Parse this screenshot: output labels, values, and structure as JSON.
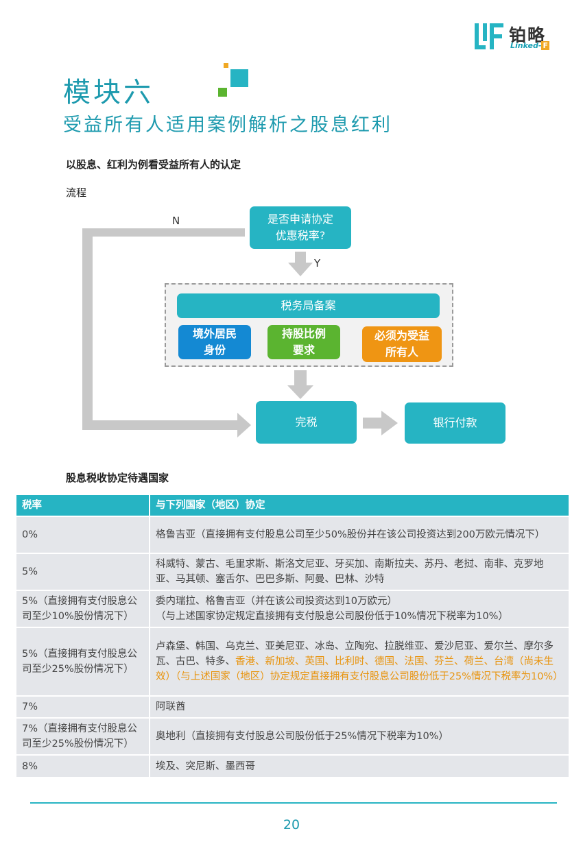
{
  "header": {
    "logo_cn": "铂略",
    "logo_en": "Linked-",
    "logo_en_badge": "F"
  },
  "title": {
    "main": "模块六",
    "sub": "受益所有人适用案例解析之股息红利"
  },
  "section1": {
    "heading": "以股息、红利为例看受益所有人的认定",
    "subheading": "流程"
  },
  "flowchart": {
    "question": "是否申请协定\n优惠税率?",
    "no_label": "N",
    "yes_label": "Y",
    "filing": "税务局备案",
    "req1": "境外居民\n身份",
    "req2": "持股比例\n要求",
    "req3": "必须为受益\n所有人",
    "tax": "完税",
    "payment": "银行付款"
  },
  "section2": {
    "heading": "股息税收协定待遇国家"
  },
  "table": {
    "headers": [
      "税率",
      "与下列国家（地区）协定"
    ],
    "rows": [
      {
        "rate": "0%",
        "text": "格鲁吉亚（直接拥有支付股息公司至少50%股份并在该公司投资达到200万欧元情况下）",
        "highlight": ""
      },
      {
        "rate": "5%",
        "text": "科威特、蒙古、毛里求斯、斯洛文尼亚、牙买加、南斯拉夫、苏丹、老挝、南非、克罗地亚、马其顿、塞舌尔、巴巴多斯、阿曼、巴林、沙特",
        "highlight": ""
      },
      {
        "rate": "5%（直接拥有支付股息公司至少10%股份情况下）",
        "text": "委内瑞拉、格鲁吉亚（并在该公司投资达到10万欧元）\n（与上述国家协定规定直接拥有支付股息公司股份低于10%情况下税率为10%）",
        "highlight": ""
      },
      {
        "rate": "5%（直接拥有支付股息公司至少25%股份情况下）",
        "text": "卢森堡、韩国、乌克兰、亚美尼亚、冰岛、立陶宛、拉脱维亚、爱沙尼亚、爱尔兰、摩尔多瓦、古巴、特多、",
        "highlight": "香港、新加坡、英国、比利时、德国、法国、芬兰、荷兰、台湾（尚未生效）（与上述国家（地区）协定规定直接拥有支付股息公司股份低于25%情况下税率为10%）"
      },
      {
        "rate": "7%",
        "text": "阿联酋",
        "highlight": ""
      },
      {
        "rate": "7%（直接拥有支付股息公司至少25%股份情况下）",
        "text": "奥地利（直接拥有支付股息公司股份低于25%情况下税率为10%）",
        "highlight": ""
      },
      {
        "rate": "8%",
        "text": "埃及、突尼斯、墨西哥",
        "highlight": ""
      }
    ]
  },
  "footer": {
    "page_number": "20"
  },
  "colors": {
    "accent": "#26b4c3",
    "title": "#1d9aae",
    "blue_box": "#1489d3",
    "green_box": "#5bb430",
    "orange_box": "#ef9513",
    "highlight_text": "#e8930c",
    "arrow_gray": "#c8c8c8"
  }
}
